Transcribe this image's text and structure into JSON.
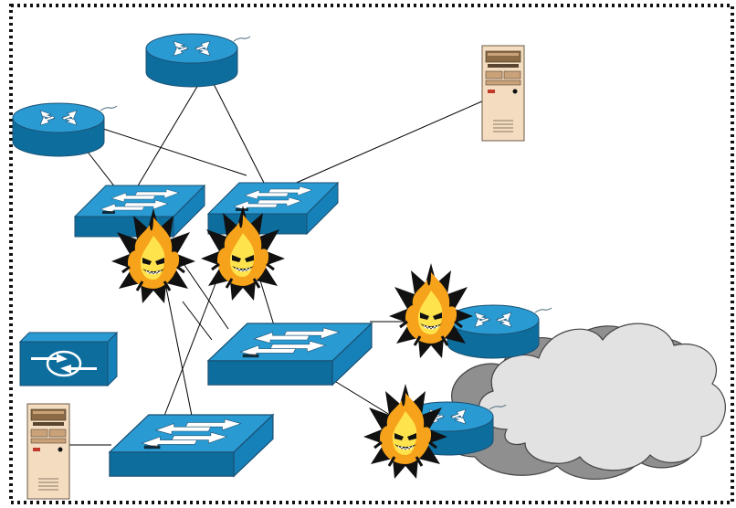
{
  "diagram": {
    "border_style": "dotted",
    "colors": {
      "device_fill": "#2a9bd2",
      "device_dark": "#0d6e9e",
      "device_stroke": "#1b4f72",
      "arrow_fill": "#ffffff",
      "cloud_front": "#e2e2e2",
      "cloud_back": "#8f8f8f",
      "server_body": "#f3dcc0",
      "flame_outer": "#f7a21b",
      "flame_inner": "#ffe34d",
      "flame_shadow": "#111111",
      "link_line": "#000000"
    },
    "devices": [
      {
        "id": "router-top",
        "kind": "router",
        "icon": "router-icon"
      },
      {
        "id": "router-left",
        "kind": "router",
        "icon": "router-icon"
      },
      {
        "id": "router-cloud-upper",
        "kind": "router",
        "icon": "router-icon"
      },
      {
        "id": "router-cloud-lower",
        "kind": "router",
        "icon": "router-icon"
      },
      {
        "id": "switch-a",
        "kind": "switch",
        "icon": "switch-icon"
      },
      {
        "id": "switch-b",
        "kind": "switch",
        "icon": "switch-icon"
      },
      {
        "id": "switch-core",
        "kind": "switch",
        "icon": "switch-icon"
      },
      {
        "id": "switch-bottom",
        "kind": "switch",
        "icon": "switch-icon"
      },
      {
        "id": "optical-unit",
        "kind": "optical-services-router",
        "icon": "optical-router-icon"
      },
      {
        "id": "server-top-right",
        "kind": "server",
        "icon": "server-tower-icon"
      },
      {
        "id": "server-bottom-left",
        "kind": "server",
        "icon": "server-tower-icon"
      },
      {
        "id": "internet-cloud",
        "kind": "cloud",
        "icon": "cloud-icon"
      }
    ],
    "attackers": [
      {
        "id": "flame-1",
        "icon": "evil-flame-icon"
      },
      {
        "id": "flame-2",
        "icon": "evil-flame-icon"
      },
      {
        "id": "flame-3",
        "icon": "evil-flame-icon"
      },
      {
        "id": "flame-4",
        "icon": "evil-flame-icon"
      }
    ],
    "links": [
      [
        "router-top",
        "switch-a"
      ],
      [
        "router-top",
        "switch-b"
      ],
      [
        "router-left",
        "switch-a"
      ],
      [
        "router-left",
        "switch-b"
      ],
      [
        "server-top-right",
        "switch-b"
      ],
      [
        "switch-a",
        "switch-core"
      ],
      [
        "switch-b",
        "switch-core"
      ],
      [
        "switch-a",
        "switch-bottom"
      ],
      [
        "switch-b",
        "switch-bottom"
      ],
      [
        "switch-core",
        "router-cloud-upper"
      ],
      [
        "switch-core",
        "router-cloud-lower"
      ],
      [
        "server-bottom-left",
        "switch-bottom"
      ]
    ]
  }
}
